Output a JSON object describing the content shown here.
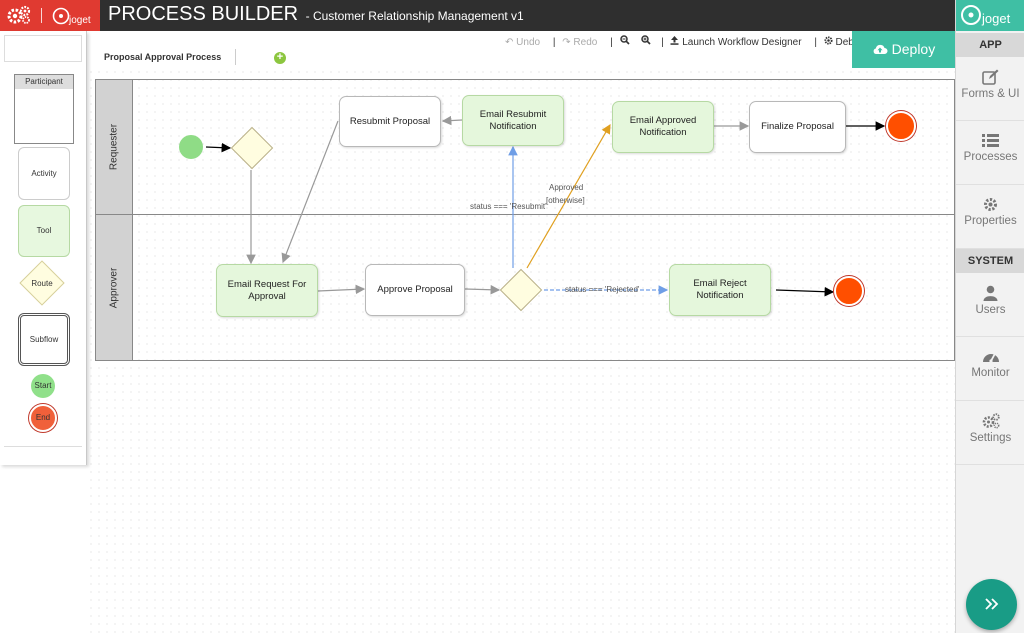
{
  "header": {
    "title": "PROCESS BUILDER",
    "subtitle": "- Customer Relationship Management v1",
    "logo_text": "joget"
  },
  "toolbar": {
    "tab_title": "Proposal Approval Process",
    "undo": "Undo",
    "redo": "Redo",
    "launch": "Launch Workflow Designer",
    "debug": "Debug",
    "deploy": "Deploy"
  },
  "palette": {
    "participant": "Participant",
    "activity": "Activity",
    "tool": "Tool",
    "route": "Route",
    "subflow": "Subflow",
    "start": "Start",
    "end": "End"
  },
  "lanes": [
    "Requester",
    "Approver"
  ],
  "nodes": {
    "resubmit_proposal": "Resubmit Proposal",
    "email_resubmit": "Email Resubmit Notification",
    "email_approved": "Email Approved Notification",
    "finalize": "Finalize Proposal",
    "email_request": "Email Request For Approval",
    "approve_proposal": "Approve Proposal",
    "email_reject": "Email Reject Notification"
  },
  "transitions": {
    "approved": "Approved",
    "otherwise": "[otherwise]",
    "resubmit_cond": "status === 'Resubmit'",
    "rejected_cond": "status === 'Rejected'"
  },
  "sidebar": {
    "brand": "joget",
    "app_section": "APP",
    "system_section": "SYSTEM",
    "items": [
      "Forms & UI",
      "Processes",
      "Properties",
      "Users",
      "Monitor",
      "Settings"
    ]
  },
  "colors": {
    "accent": "#3fbfa4",
    "header_bg": "#2f2f2f",
    "logo_red": "#e03a31",
    "tool_fill": "#e5f7dc",
    "start_fill": "#8fdc86",
    "end_fill": "#ff4f00"
  }
}
